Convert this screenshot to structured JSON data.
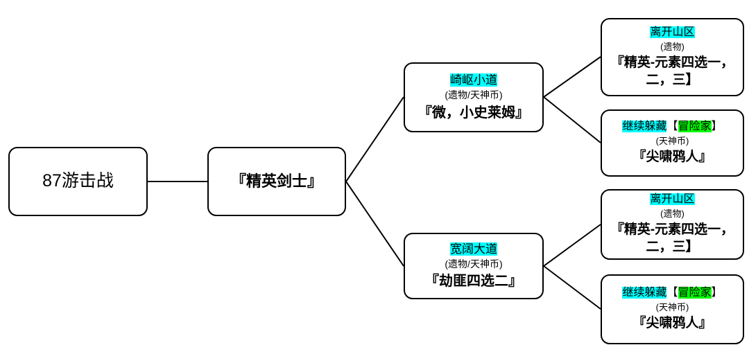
{
  "nodes": {
    "start": {
      "label": "87游击战"
    },
    "battle": {
      "label": "『精英剑士』"
    },
    "path_top": {
      "title": "崎岖小道",
      "reward": "(遗物/天神币)",
      "detail": "『微，小史莱姆』"
    },
    "path_bottom": {
      "title": "宽阔大道",
      "reward": "(遗物/天神币)",
      "detail": "『劫匪四选二』"
    },
    "leave_top": {
      "title": "离开山区",
      "reward": "(遗物)",
      "detail_line1": "『精英-元素四选一，",
      "detail_line2": "二，三】"
    },
    "hide_top": {
      "action": "继续躲藏",
      "bracket_open": "【",
      "tag": "冒险家",
      "bracket_close": "】",
      "reward": "(天神币)",
      "detail": "『尖啸鸦人』"
    },
    "leave_bottom": {
      "title": "离开山区",
      "reward": "(遗物)",
      "detail_line1": "『精英-元素四选一，",
      "detail_line2": "二，三】"
    },
    "hide_bottom": {
      "action": "继续躲藏",
      "bracket_open": "【",
      "tag": "冒险家",
      "bracket_close": "】",
      "reward": "(天神币)",
      "detail": "『尖啸鸦人』"
    }
  },
  "colors": {
    "highlight_cyan": "#00ffff",
    "highlight_green": "#00ff00",
    "line": "#000000",
    "node_border": "#000000",
    "background": "#ffffff"
  }
}
